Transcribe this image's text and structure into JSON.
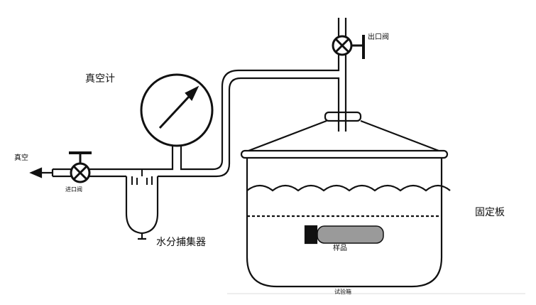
{
  "labels": {
    "vacuum": "真空",
    "inlet_valve": "进口阀",
    "vacuum_gauge": "真空计",
    "water_trap": "水分捕集器",
    "outlet_valve": "出口阀",
    "fixed_plate": "固定板",
    "sample": "样品",
    "test_chamber": "试验箱"
  },
  "colors": {
    "line": "#111111",
    "sample_fill": "#9a9a9a"
  }
}
